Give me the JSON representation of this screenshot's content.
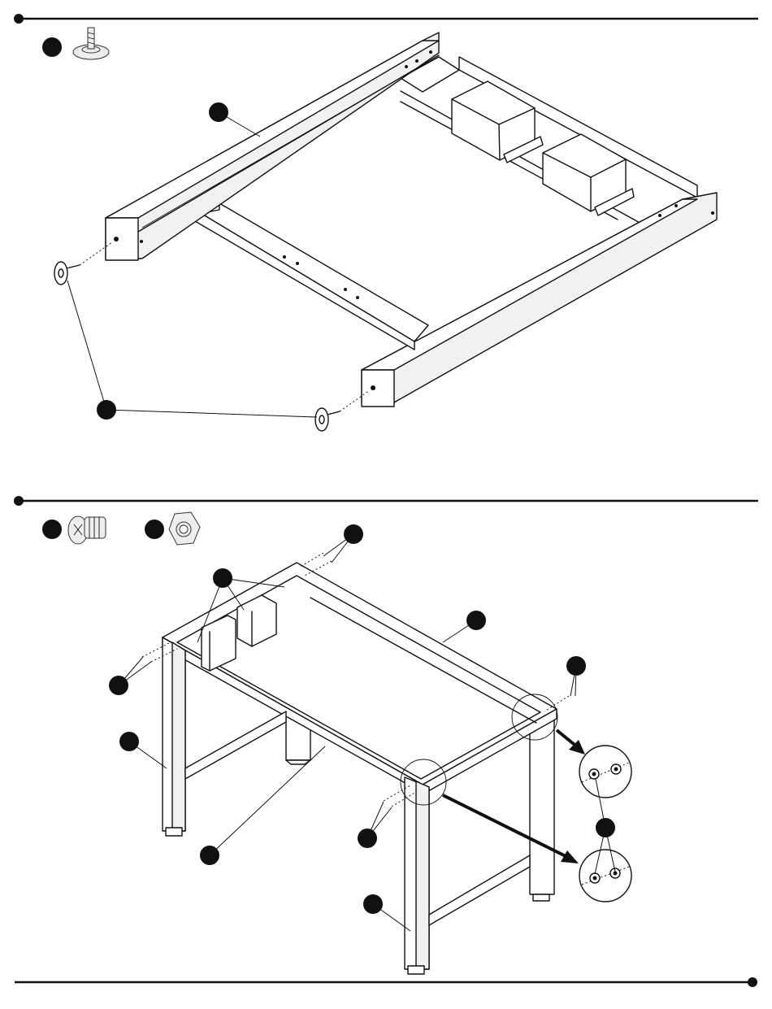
{
  "page": {
    "background": "#ffffff",
    "ink": "#111111"
  },
  "step_1": {
    "parts": [
      {
        "icon": "leveling-foot-icon"
      }
    ],
    "components": [
      "bench-frame-upside-down",
      "side-rail",
      "leveling-foot",
      "leveling-foot"
    ]
  },
  "step_2": {
    "parts": [
      {
        "icon": "bolt-icon"
      },
      {
        "icon": "lock-nut-icon"
      }
    ],
    "components": [
      "workbench-frame",
      "leg",
      "leg",
      "front-rail",
      "back-rail",
      "brackets"
    ],
    "detail_views": 2
  }
}
